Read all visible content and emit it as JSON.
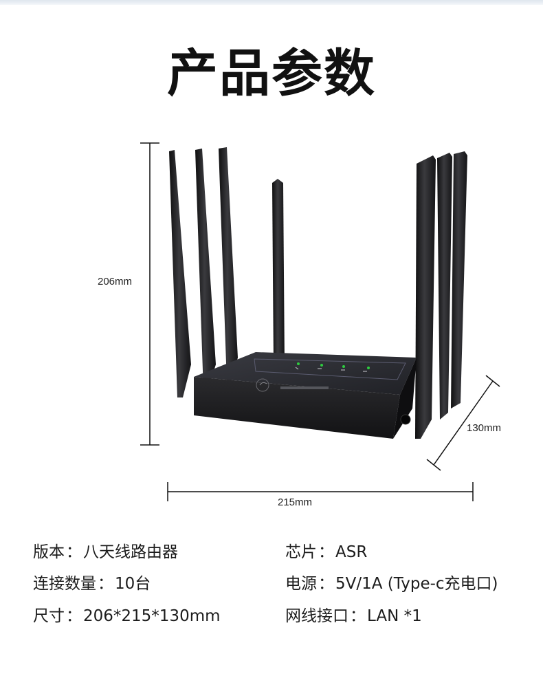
{
  "title": "产品参数",
  "dimensions": {
    "height": "206mm",
    "depth": "130mm",
    "width": "215mm"
  },
  "specs": {
    "version": {
      "label": "版本",
      "value": "八天线路由器"
    },
    "chip": {
      "label": "芯片",
      "value": "ASR"
    },
    "connections": {
      "label": "连接数量",
      "value": "10台"
    },
    "power": {
      "label": "电源",
      "value": "5V/1A (Type-c充电口)"
    },
    "size": {
      "label": "尺寸",
      "value": "206*215*130mm"
    },
    "lan": {
      "label": "网线接口",
      "value": "LAN *1"
    }
  },
  "separator": "：",
  "colors": {
    "device": "#1d1d1f",
    "panel": "#2a2b33",
    "led": "#2ecc40",
    "dimension_line": "#111111"
  }
}
